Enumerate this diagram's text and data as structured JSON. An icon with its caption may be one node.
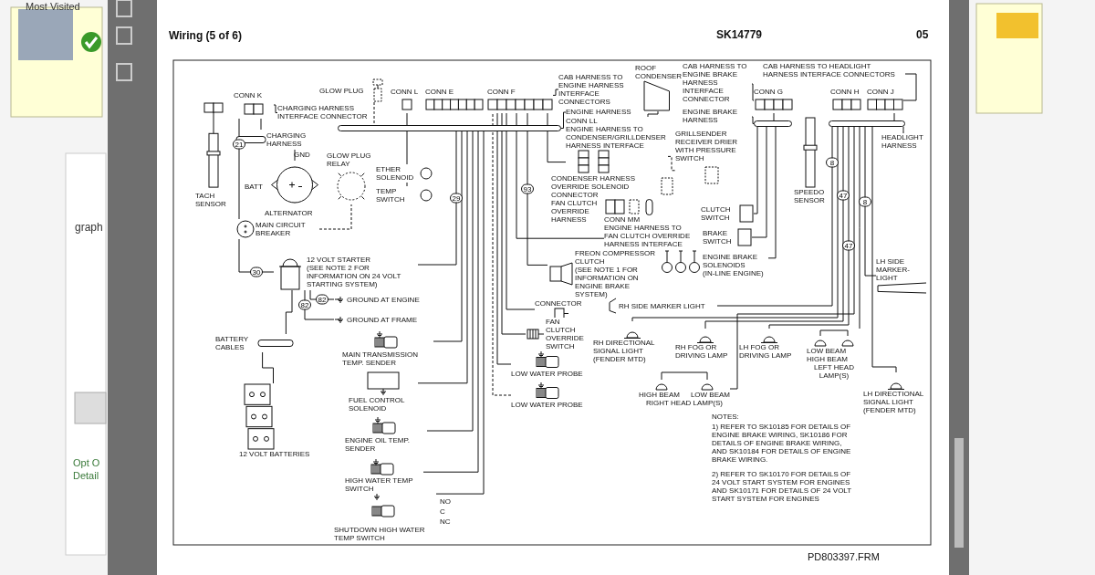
{
  "diagram": {
    "title": "Wiring (5 of 6)",
    "nodes": [
      {
        "text": [
          "CONN K"
        ]
      },
      {
        "text": [
          "CHARGING HARNESS INTERFACE CONNECTOR"
        ]
      },
      {
        "text": [
          "TACH SENSOR"
        ]
      },
      {
        "text": [
          "CHARGING HARNESS"
        ]
      },
      {
        "text": [
          "ALTERNATOR"
        ]
      },
      {
        "text": [
          "GLOW PLUG"
        ]
      },
      {
        "text": [
          "GLOW PLUG RELAY"
        ]
      },
      {
        "text": [
          "ETHER SOLENOID"
        ]
      },
      {
        "text": [
          "TEMP SWITCH"
        ]
      },
      {
        "text": [
          "MAIN CIRCUIT BREAKER"
        ]
      },
      {
        "text": [
          "12 VOLT STARTER",
          "(SEE NOTE 2 FOR INFORMATION ON 24 VOLT STARTING SYSTEM)"
        ]
      },
      {
        "text": [
          "GROUND AT ENGINE"
        ]
      },
      {
        "text": [
          "GROUND AT FRAME"
        ]
      },
      {
        "text": [
          "BATTERY CABLES"
        ]
      },
      {
        "text": [
          "12 VOLT BATTERIES"
        ]
      },
      {
        "text": [
          "MAIN TRANSMISSION TEMP. SENDER"
        ]
      },
      {
        "text": [
          "FUEL CONTROL SOLENOID"
        ]
      },
      {
        "text": [
          "ENGINE OIL TEMP. SENDER"
        ]
      },
      {
        "text": [
          "HIGH WATER TEMP SWITCH"
        ]
      },
      {
        "text": [
          "SHUTDOWN HIGH WATER TEMP SWITCH"
        ]
      },
      {
        "text": [
          "CONN L"
        ]
      },
      {
        "text": [
          "CONN E"
        ]
      },
      {
        "text": [
          "CONN F"
        ]
      },
      {
        "text": [
          "CAB HARNESS TO ENGINE HARNESS INTERFACE CONNECTORS"
        ]
      },
      {
        "text": [
          "ENGINE HARNESS"
        ]
      },
      {
        "text": [],
        "shape": "bar"
      },
      {
        "text": [
          "CONN LL",
          "ENGINE HARNESS TO CONDENSER/GRILLDENSER HARNESS INTERFACE"
        ]
      },
      {
        "text": [
          "ROOF CONDENSER"
        ]
      },
      {
        "text": [
          "GRILLSENDER RECEIVER DRIER WITH PRESSURE SWITCH"
        ]
      },
      {
        "text": [
          "CONDENSER HARNESS OVERRIDE SOLENOID CONNECTOR"
        ]
      },
      {
        "text": [
          "FAN CLUTCH OVERRIDE HARNESS"
        ]
      },
      {
        "text": [
          "CONN MM",
          "ENGINE HARNESS TO FAN CLUTCH OVERRIDE HARNESS INTERFACE"
        ]
      },
      {
        "text": [
          "FREON COMPRESSOR CLUTCH",
          "(SEE NOTE 1 FOR INFORMATION ON ENGINE BRAKE SYSTEM)"
        ]
      },
      {
        "text": [
          "CONNECTOR"
        ]
      },
      {
        "text": [
          "FAN CLUTCH OVERRIDE SWITCH"
        ]
      },
      {
        "text": [
          "LOW WATER PROBE"
        ]
      },
      {
        "text": [
          "LOW WATER PROBE"
        ]
      },
      {
        "text": [
          "CONN G"
        ]
      },
      {
        "text": [
          "CAB HARNESS TO ENGINE BRAKE HARNESS INTERFACE CONNECTOR"
        ]
      },
      {
        "text": [
          "ENGINE BRAKE HARNESS"
        ]
      },
      {
        "text": [],
        "shape": "bar"
      },
      {
        "text": [
          "CLUTCH SWITCH"
        ]
      },
      {
        "text": [
          "BRAKE SWITCH"
        ]
      },
      {
        "text": [
          "ENGINE BRAKE SOLENOIDS",
          "(IN-LINE ENGINE)"
        ]
      },
      {
        "text": [
          "SPEEDO SENSOR"
        ]
      },
      {
        "text": [
          "CONN H"
        ]
      },
      {
        "text": [
          "CONN J"
        ]
      },
      {
        "text": [
          "CAB HARNESS TO HEADLIGHT HARNESS INTERFACE CONNECTORS"
        ]
      },
      {
        "text": [
          "HEADLIGHT HARNESS"
        ]
      },
      {
        "text": [],
        "shape": "bar"
      },
      {
        "text": [
          "RH SIDE MARKER LIGHT"
        ]
      },
      {
        "text": [
          "LH SIDE MARKER-LIGHT"
        ]
      },
      {
        "text": [
          "RH DIRECTIONAL SIGNAL LIGHT (FENDER MTD)"
        ]
      },
      {
        "text": [
          "RH FOG OR DRIVING LAMP"
        ]
      },
      {
        "text": [
          "LH FOG OR DRIVING LAMP"
        ]
      },
      {
        "text": [
          "HIGH BEAM",
          "LOW BEAM",
          "RIGHT HEAD LAMP(S)"
        ]
      },
      {
        "text": [
          "LOW BEAM",
          "HIGH BEAM",
          "LEFT HEAD LAMP(S)"
        ]
      },
      {
        "text": [
          "LH DIRECTIONAL SIGNAL LIGHT (FENDER MTD)"
        ]
      }
    ],
    "edges": [
      {
        "from": 1,
        "to": 0,
        "arrow": "none"
      },
      {
        "from": 0,
        "to": 3,
        "arrow": "none"
      },
      {
        "from": 3,
        "to": 4,
        "arrow": "none"
      },
      {
        "from": 0,
        "to": 9,
        "arrow": "none",
        "label": "21"
      },
      {
        "from": 9,
        "to": 10,
        "arrow": "none",
        "label": "30"
      },
      {
        "from": 9,
        "to": 6,
        "arrow": "none",
        "style": "dashed"
      },
      {
        "from": 5,
        "to": 25,
        "arrow": "none",
        "style": "dashed"
      },
      {
        "from": 20,
        "to": 7,
        "arrow": "none"
      },
      {
        "from": 7,
        "to": 8,
        "arrow": "none"
      },
      {
        "from": 10,
        "to": 11,
        "arrow": "none",
        "label": "82"
      },
      {
        "from": 10,
        "to": 12,
        "arrow": "none",
        "label": "82"
      },
      {
        "from": 13,
        "to": 14,
        "arrow": "none"
      },
      {
        "from": 10,
        "to": 25,
        "arrow": "none",
        "label": "29"
      },
      {
        "from": 15,
        "to": 25,
        "arrow": "none"
      },
      {
        "from": 16,
        "to": 25,
        "arrow": "none"
      },
      {
        "from": 17,
        "to": 25,
        "arrow": "none"
      },
      {
        "from": 18,
        "to": 25,
        "arrow": "none"
      },
      {
        "from": 19,
        "to": 25,
        "arrow": "none"
      },
      {
        "from": 23,
        "to": 22,
        "arrow": "none"
      },
      {
        "from": 24,
        "to": 25,
        "arrow": "none"
      },
      {
        "from": 22,
        "to": 26,
        "arrow": "none"
      },
      {
        "from": 27,
        "to": 26,
        "arrow": "none"
      },
      {
        "from": 26,
        "to": 28,
        "arrow": "none",
        "style": "dashed"
      },
      {
        "from": 31,
        "to": 22,
        "arrow": "none"
      },
      {
        "from": 32,
        "to": 22,
        "arrow": "none",
        "label": "93"
      },
      {
        "from": 33,
        "to": 22,
        "arrow": "none"
      },
      {
        "from": 34,
        "to": 22,
        "arrow": "none"
      },
      {
        "from": 35,
        "to": 22,
        "arrow": "none"
      },
      {
        "from": 36,
        "to": 22,
        "arrow": "none",
        "style": "dashed"
      },
      {
        "from": 38,
        "to": 37,
        "arrow": "none"
      },
      {
        "from": 39,
        "to": 40,
        "arrow": "none"
      },
      {
        "from": 37,
        "to": 40,
        "arrow": "none"
      },
      {
        "from": 40,
        "to": 41,
        "arrow": "none"
      },
      {
        "from": 40,
        "to": 42,
        "arrow": "none"
      },
      {
        "from": 40,
        "to": 43,
        "arrow": "none"
      },
      {
        "from": 47,
        "to": 46,
        "arrow": "none"
      },
      {
        "from": 48,
        "to": 49,
        "arrow": "none"
      },
      {
        "from": 46,
        "to": 49,
        "arrow": "none"
      },
      {
        "from": 49,
        "to": 50,
        "arrow": "none",
        "label": "8"
      },
      {
        "from": 49,
        "to": 51,
        "arrow": "none",
        "label": "8"
      },
      {
        "from": 49,
        "to": 52,
        "arrow": "none"
      },
      {
        "from": 49,
        "to": 53,
        "arrow": "none",
        "label": "47"
      },
      {
        "from": 49,
        "to": 54,
        "arrow": "none",
        "label": "47"
      },
      {
        "from": 49,
        "to": 55,
        "arrow": "none"
      },
      {
        "from": 49,
        "to": 56,
        "arrow": "none"
      },
      {
        "from": 49,
        "to": 57,
        "arrow": "none"
      },
      {
        "from": 10,
        "to": 13,
        "arrow": "none"
      }
    ],
    "labels": [
      "SK14779",
      "05",
      "PD803397.FRM",
      "BATT",
      "GND",
      "NO",
      "C",
      "NC",
      "NOTES:",
      "1) REFER TO SK10185 FOR DETAILS OF ENGINE BRAKE WIRING, SK10186 FOR DETAILS OF ENGINE BRAKE WIRING, AND SK10184 FOR DETAILS OF ENGINE BRAKE WIRING.",
      "2) REFER TO SK10170 FOR DETAILS OF 24 VOLT START SYSTEM FOR ENGINES AND SK10171 FOR DETAILS OF 24 VOLT START SYSTEM FOR ENGINES",
      "Most Visited",
      "graph",
      "Opt O",
      "Detail"
    ]
  }
}
